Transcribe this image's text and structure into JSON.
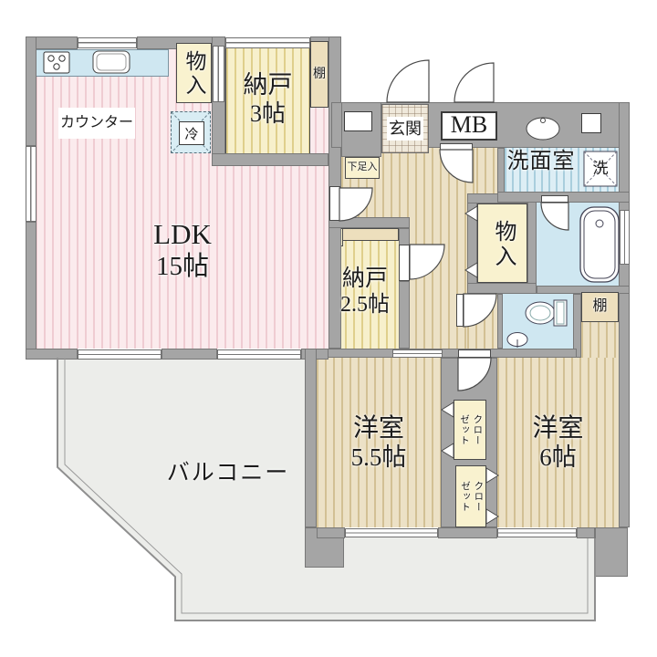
{
  "title": "間取り図",
  "labels": {
    "ldk_name": "LDK",
    "ldk_size": "15帖",
    "counter": "カウンター",
    "nando3_name": "納戸",
    "nando3_size": "3帖",
    "nando25_name": "納戸",
    "nando25_size": "2.5帖",
    "west55_name": "洋室",
    "west55_size": "5.5帖",
    "west6_name": "洋室",
    "west6_size": "6帖",
    "entrance": "玄関",
    "meter_box": "MB",
    "washroom": "洗面室",
    "balcony": "バルコニー",
    "monoire_top": "物入",
    "monoire_mid": "物入",
    "shoe_box": "下足入",
    "shelf_top": "棚",
    "shelf_right": "棚",
    "fridge": "冷",
    "washer": "洗",
    "closet_col1": "クロー",
    "closet_col2": "ゼット"
  },
  "colors": {
    "wall": "#a5a5a5",
    "ldk_floor": "#fbebed",
    "storage_floor": "#f7f0cc",
    "wood_floor": "#ece1c6",
    "water_area": "#cfe7f1",
    "balcony": "#ecedea"
  }
}
